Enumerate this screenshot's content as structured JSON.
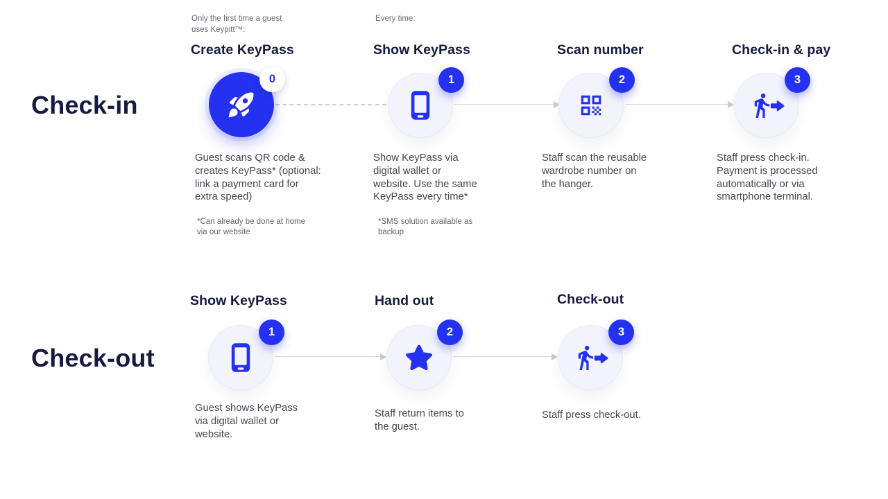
{
  "colors": {
    "accent_blue": "#2431f0",
    "navy_heading": "#171a41",
    "body_text": "#46464f",
    "muted_text": "#66666f",
    "circle_fill": "#f3f4fb",
    "connector_gray": "#cfd1d9"
  },
  "checkin": {
    "row_title": "Check-in",
    "steps": [
      {
        "annotation": "Only the first time a guest\nuses Keypitt™:",
        "title": "Create KeyPass",
        "badge": "0",
        "icon": "rocket-icon",
        "description": "Guest scans QR code &\ncreates KeyPass* (optional:\nlink a payment card for\nextra speed)",
        "footnote": "*Can already be done at home\nvia our website"
      },
      {
        "annotation": "Every time:",
        "title": "Show KeyPass",
        "badge": "1",
        "icon": "smartphone-icon",
        "description": "Show KeyPass via\ndigital wallet or\nwebsite. Use the same\nKeyPass every time*",
        "footnote": "*SMS solution available as\nbackup"
      },
      {
        "title": "Scan number",
        "badge": "2",
        "icon": "qr-code-icon",
        "description": "Staff scan the reusable\nwardrobe number on\nthe hanger."
      },
      {
        "title": "Check-in & pay",
        "badge": "3",
        "icon": "walk-arrow-icon",
        "description": "Staff press check-in.\nPayment is processed\nautomatically or via\nsmartphone terminal."
      }
    ]
  },
  "checkout": {
    "row_title": "Check-out",
    "steps": [
      {
        "title": "Show KeyPass",
        "badge": "1",
        "icon": "smartphone-icon",
        "description": "Guest shows KeyPass\nvia digital wallet or\nwebsite."
      },
      {
        "title": "Hand out",
        "badge": "2",
        "icon": "star-icon",
        "description": "Staff return items to\nthe guest."
      },
      {
        "title": "Check-out",
        "badge": "3",
        "icon": "walk-arrow-icon",
        "description": "Staff press check-out."
      }
    ]
  }
}
